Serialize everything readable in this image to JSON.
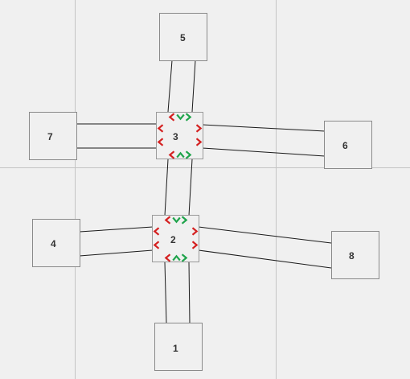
{
  "colors": {
    "background": "#f0f0f0",
    "grid": "#c4c4c4",
    "box_border": "#8a8a8a",
    "edge": "#1a1a1a",
    "arrow_red": "#d42020",
    "arrow_green": "#1ea34a"
  },
  "nodes": [
    {
      "id": "1",
      "label": "1",
      "kind": "node"
    },
    {
      "id": "2",
      "label": "2",
      "kind": "hub"
    },
    {
      "id": "3",
      "label": "3",
      "kind": "hub"
    },
    {
      "id": "4",
      "label": "4",
      "kind": "node"
    },
    {
      "id": "5",
      "label": "5",
      "kind": "node"
    },
    {
      "id": "6",
      "label": "6",
      "kind": "node"
    },
    {
      "id": "7",
      "label": "7",
      "kind": "node"
    },
    {
      "id": "8",
      "label": "8",
      "kind": "node"
    }
  ],
  "connections": [
    {
      "from": "2",
      "to": "1"
    },
    {
      "from": "2",
      "to": "3"
    },
    {
      "from": "2",
      "to": "4"
    },
    {
      "from": "2",
      "to": "8"
    },
    {
      "from": "3",
      "to": "5"
    },
    {
      "from": "3",
      "to": "7"
    },
    {
      "from": "3",
      "to": "6"
    }
  ],
  "hub_arrows": [
    {
      "hub": "3",
      "side": "top",
      "icons": [
        "chevron-left-icon",
        "chevron-down-icon",
        "chevron-right-icon"
      ],
      "colors": [
        "red",
        "green",
        "green"
      ]
    },
    {
      "hub": "3",
      "side": "bottom",
      "icons": [
        "chevron-left-icon",
        "chevron-up-icon",
        "chevron-right-icon"
      ],
      "colors": [
        "red",
        "green",
        "green"
      ]
    },
    {
      "hub": "3",
      "side": "left",
      "icons": [
        "chevron-left-icon",
        "chevron-left-icon"
      ],
      "colors": [
        "red",
        "red"
      ]
    },
    {
      "hub": "3",
      "side": "right",
      "icons": [
        "chevron-right-icon",
        "chevron-right-icon"
      ],
      "colors": [
        "red",
        "red"
      ]
    },
    {
      "hub": "2",
      "side": "top",
      "icons": [
        "chevron-left-icon",
        "chevron-down-icon",
        "chevron-right-icon"
      ],
      "colors": [
        "red",
        "green",
        "green"
      ]
    },
    {
      "hub": "2",
      "side": "bottom",
      "icons": [
        "chevron-left-icon",
        "chevron-up-icon",
        "chevron-right-icon"
      ],
      "colors": [
        "red",
        "green",
        "green"
      ]
    },
    {
      "hub": "2",
      "side": "left",
      "icons": [
        "chevron-left-icon",
        "chevron-left-icon"
      ],
      "colors": [
        "red",
        "red"
      ]
    },
    {
      "hub": "2",
      "side": "right",
      "icons": [
        "chevron-right-icon",
        "chevron-right-icon"
      ],
      "colors": [
        "red",
        "red"
      ]
    }
  ]
}
